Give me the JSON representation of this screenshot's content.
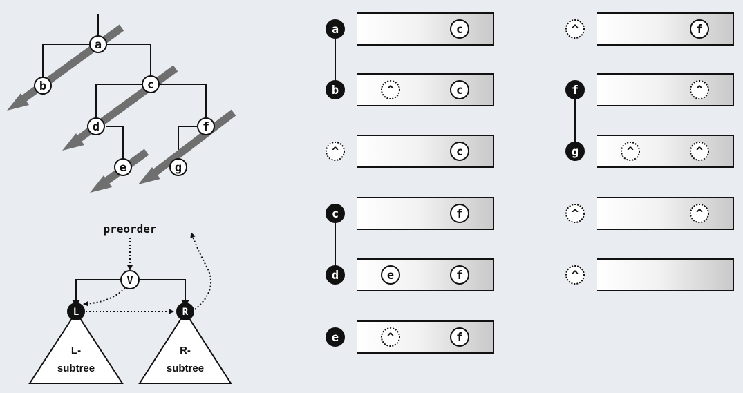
{
  "tree": {
    "nodes": [
      "a",
      "b",
      "c",
      "d",
      "e",
      "f",
      "g"
    ]
  },
  "preorder_diagram": {
    "caption": "preorder",
    "v": "V",
    "l": "L",
    "r": "R",
    "left_subtree": [
      "L-",
      "subtree"
    ],
    "right_subtree": [
      "R-",
      "subtree"
    ]
  },
  "stack_steps": [
    {
      "id": "s1",
      "visit": "a",
      "visit_style": "filled",
      "stack": [
        {
          "label": "c",
          "style": "solid"
        }
      ]
    },
    {
      "id": "s2",
      "visit": "b",
      "visit_style": "filled",
      "stack": [
        {
          "label": "^",
          "style": "dotted"
        },
        {
          "label": "c",
          "style": "solid"
        }
      ]
    },
    {
      "id": "s3",
      "visit": "^",
      "visit_style": "dotted",
      "stack": [
        {
          "label": "c",
          "style": "solid"
        }
      ]
    },
    {
      "id": "s4",
      "visit": "c",
      "visit_style": "filled",
      "stack": [
        {
          "label": "f",
          "style": "solid"
        }
      ]
    },
    {
      "id": "s5",
      "visit": "d",
      "visit_style": "filled",
      "stack": [
        {
          "label": "e",
          "style": "solid"
        },
        {
          "label": "f",
          "style": "solid"
        }
      ]
    },
    {
      "id": "s6",
      "visit": "e",
      "visit_style": "filled",
      "stack": [
        {
          "label": "^",
          "style": "dotted"
        },
        {
          "label": "f",
          "style": "solid"
        }
      ]
    },
    {
      "id": "s7",
      "visit": "^",
      "visit_style": "dotted",
      "stack": [
        {
          "label": "f",
          "style": "solid"
        }
      ]
    },
    {
      "id": "s8",
      "visit": "f",
      "visit_style": "filled",
      "stack": [
        {
          "label": "^",
          "style": "dotted"
        }
      ]
    },
    {
      "id": "s9",
      "visit": "g",
      "visit_style": "filled",
      "stack": [
        {
          "label": "^",
          "style": "dotted"
        },
        {
          "label": "^",
          "style": "dotted"
        }
      ]
    },
    {
      "id": "s10",
      "visit": "^",
      "visit_style": "dotted",
      "stack": [
        {
          "label": "^",
          "style": "dotted"
        }
      ]
    },
    {
      "id": "s11",
      "visit": "^",
      "visit_style": "dotted",
      "stack": []
    }
  ]
}
